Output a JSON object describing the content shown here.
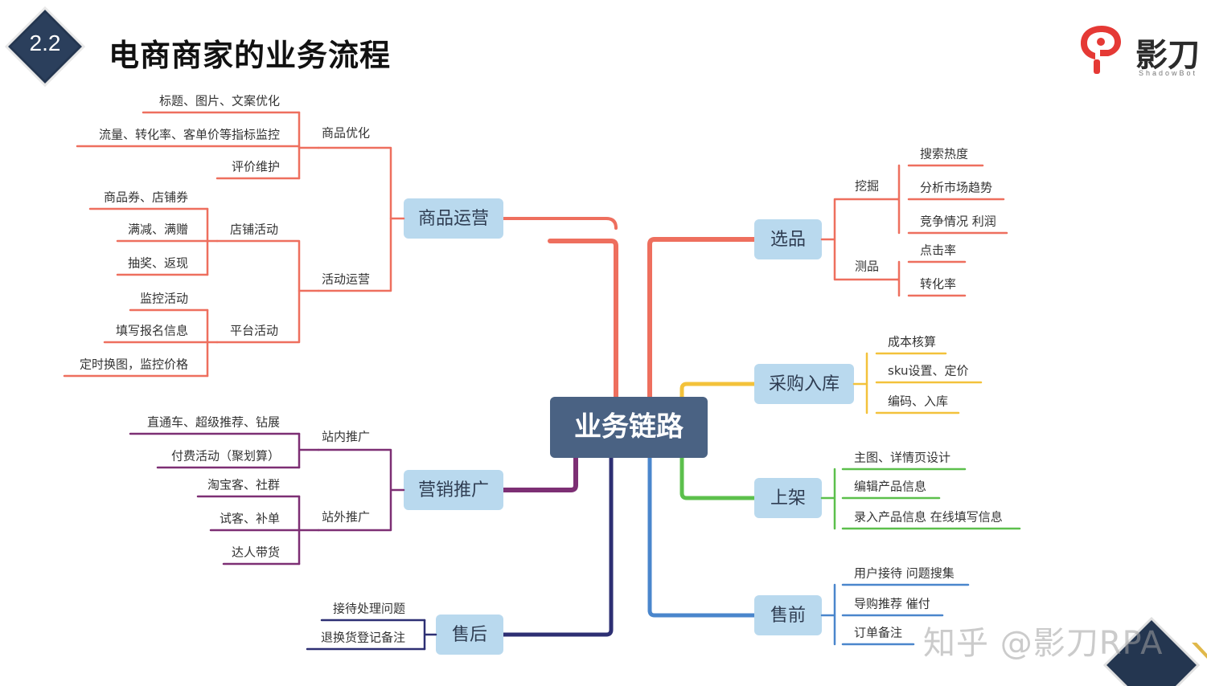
{
  "header": {
    "section_number": "2.2",
    "title": "电商商家的业务流程"
  },
  "brand": {
    "name": "影刀",
    "sub": "ShadowBot"
  },
  "watermark": "知乎 @影刀RPA",
  "diagram": {
    "type": "mindmap",
    "root": "业务链路",
    "colors": {
      "root_bg": "#4a6283",
      "node_bg": "#b9d9ee",
      "node_text": "#2f3d52",
      "red": "#ee6f5e",
      "purple": "#7d2f74",
      "navy": "#2d2f73",
      "yellow": "#f3c23b",
      "green": "#5cc04c",
      "blue": "#4a86cc",
      "text": "#333333"
    },
    "branches": [
      {
        "id": "shangpin",
        "label": "商品运营",
        "color": "red",
        "side": "left",
        "groups": [
          {
            "label": "商品优化",
            "items": [
              {
                "label": "标题、图片、文案优化"
              },
              {
                "label": "流量、转化率、客单价等指标监控"
              },
              {
                "label": "评价维护"
              }
            ]
          },
          {
            "label": "活动运营",
            "subgroups": [
              {
                "label": "店铺活动",
                "items": [
                  {
                    "label": "商品券、店铺券"
                  },
                  {
                    "label": "满减、满赠"
                  },
                  {
                    "label": "抽奖、返现"
                  }
                ]
              },
              {
                "label": "平台活动",
                "items": [
                  {
                    "label": "监控活动"
                  },
                  {
                    "label": "填写报名信息"
                  },
                  {
                    "label": "定时换图，监控价格"
                  }
                ]
              }
            ]
          }
        ]
      },
      {
        "id": "yingxiao",
        "label": "营销推广",
        "color": "purple",
        "side": "left",
        "groups": [
          {
            "label": "站内推广",
            "items": [
              {
                "label": "直通车、超级推荐、钻展"
              },
              {
                "label": "付费活动（聚划算）"
              }
            ]
          },
          {
            "label": "站外推广",
            "items": [
              {
                "label": "淘宝客、社群"
              },
              {
                "label": "试客、补单"
              },
              {
                "label": "达人带货"
              }
            ]
          }
        ]
      },
      {
        "id": "shouhou",
        "label": "售后",
        "color": "navy",
        "side": "left",
        "items": [
          {
            "label": "接待处理问题"
          },
          {
            "label": "退换货登记备注"
          }
        ]
      },
      {
        "id": "xuanpin",
        "label": "选品",
        "color": "red",
        "side": "right",
        "groups": [
          {
            "label": "挖掘",
            "items": [
              {
                "label": "搜索热度"
              },
              {
                "label": "分析市场趋势"
              },
              {
                "label": "竞争情况 利润"
              }
            ]
          },
          {
            "label": "测品",
            "items": [
              {
                "label": "点击率"
              },
              {
                "label": "转化率"
              }
            ]
          }
        ]
      },
      {
        "id": "caigou",
        "label": "采购入库",
        "color": "yellow",
        "side": "right",
        "items": [
          {
            "label": "成本核算"
          },
          {
            "label": "sku设置、定价"
          },
          {
            "label": "编码、入库"
          }
        ]
      },
      {
        "id": "shangjia",
        "label": "上架",
        "color": "green",
        "side": "right",
        "items": [
          {
            "label": "主图、详情页设计"
          },
          {
            "label": "编辑产品信息"
          },
          {
            "label": "录入产品信息 在线填写信息"
          }
        ]
      },
      {
        "id": "shouqian",
        "label": "售前",
        "color": "blue",
        "side": "right",
        "items": [
          {
            "label": "用户接待 问题搜集"
          },
          {
            "label": "导购推荐 催付"
          },
          {
            "label": "订单备注"
          }
        ]
      }
    ]
  }
}
